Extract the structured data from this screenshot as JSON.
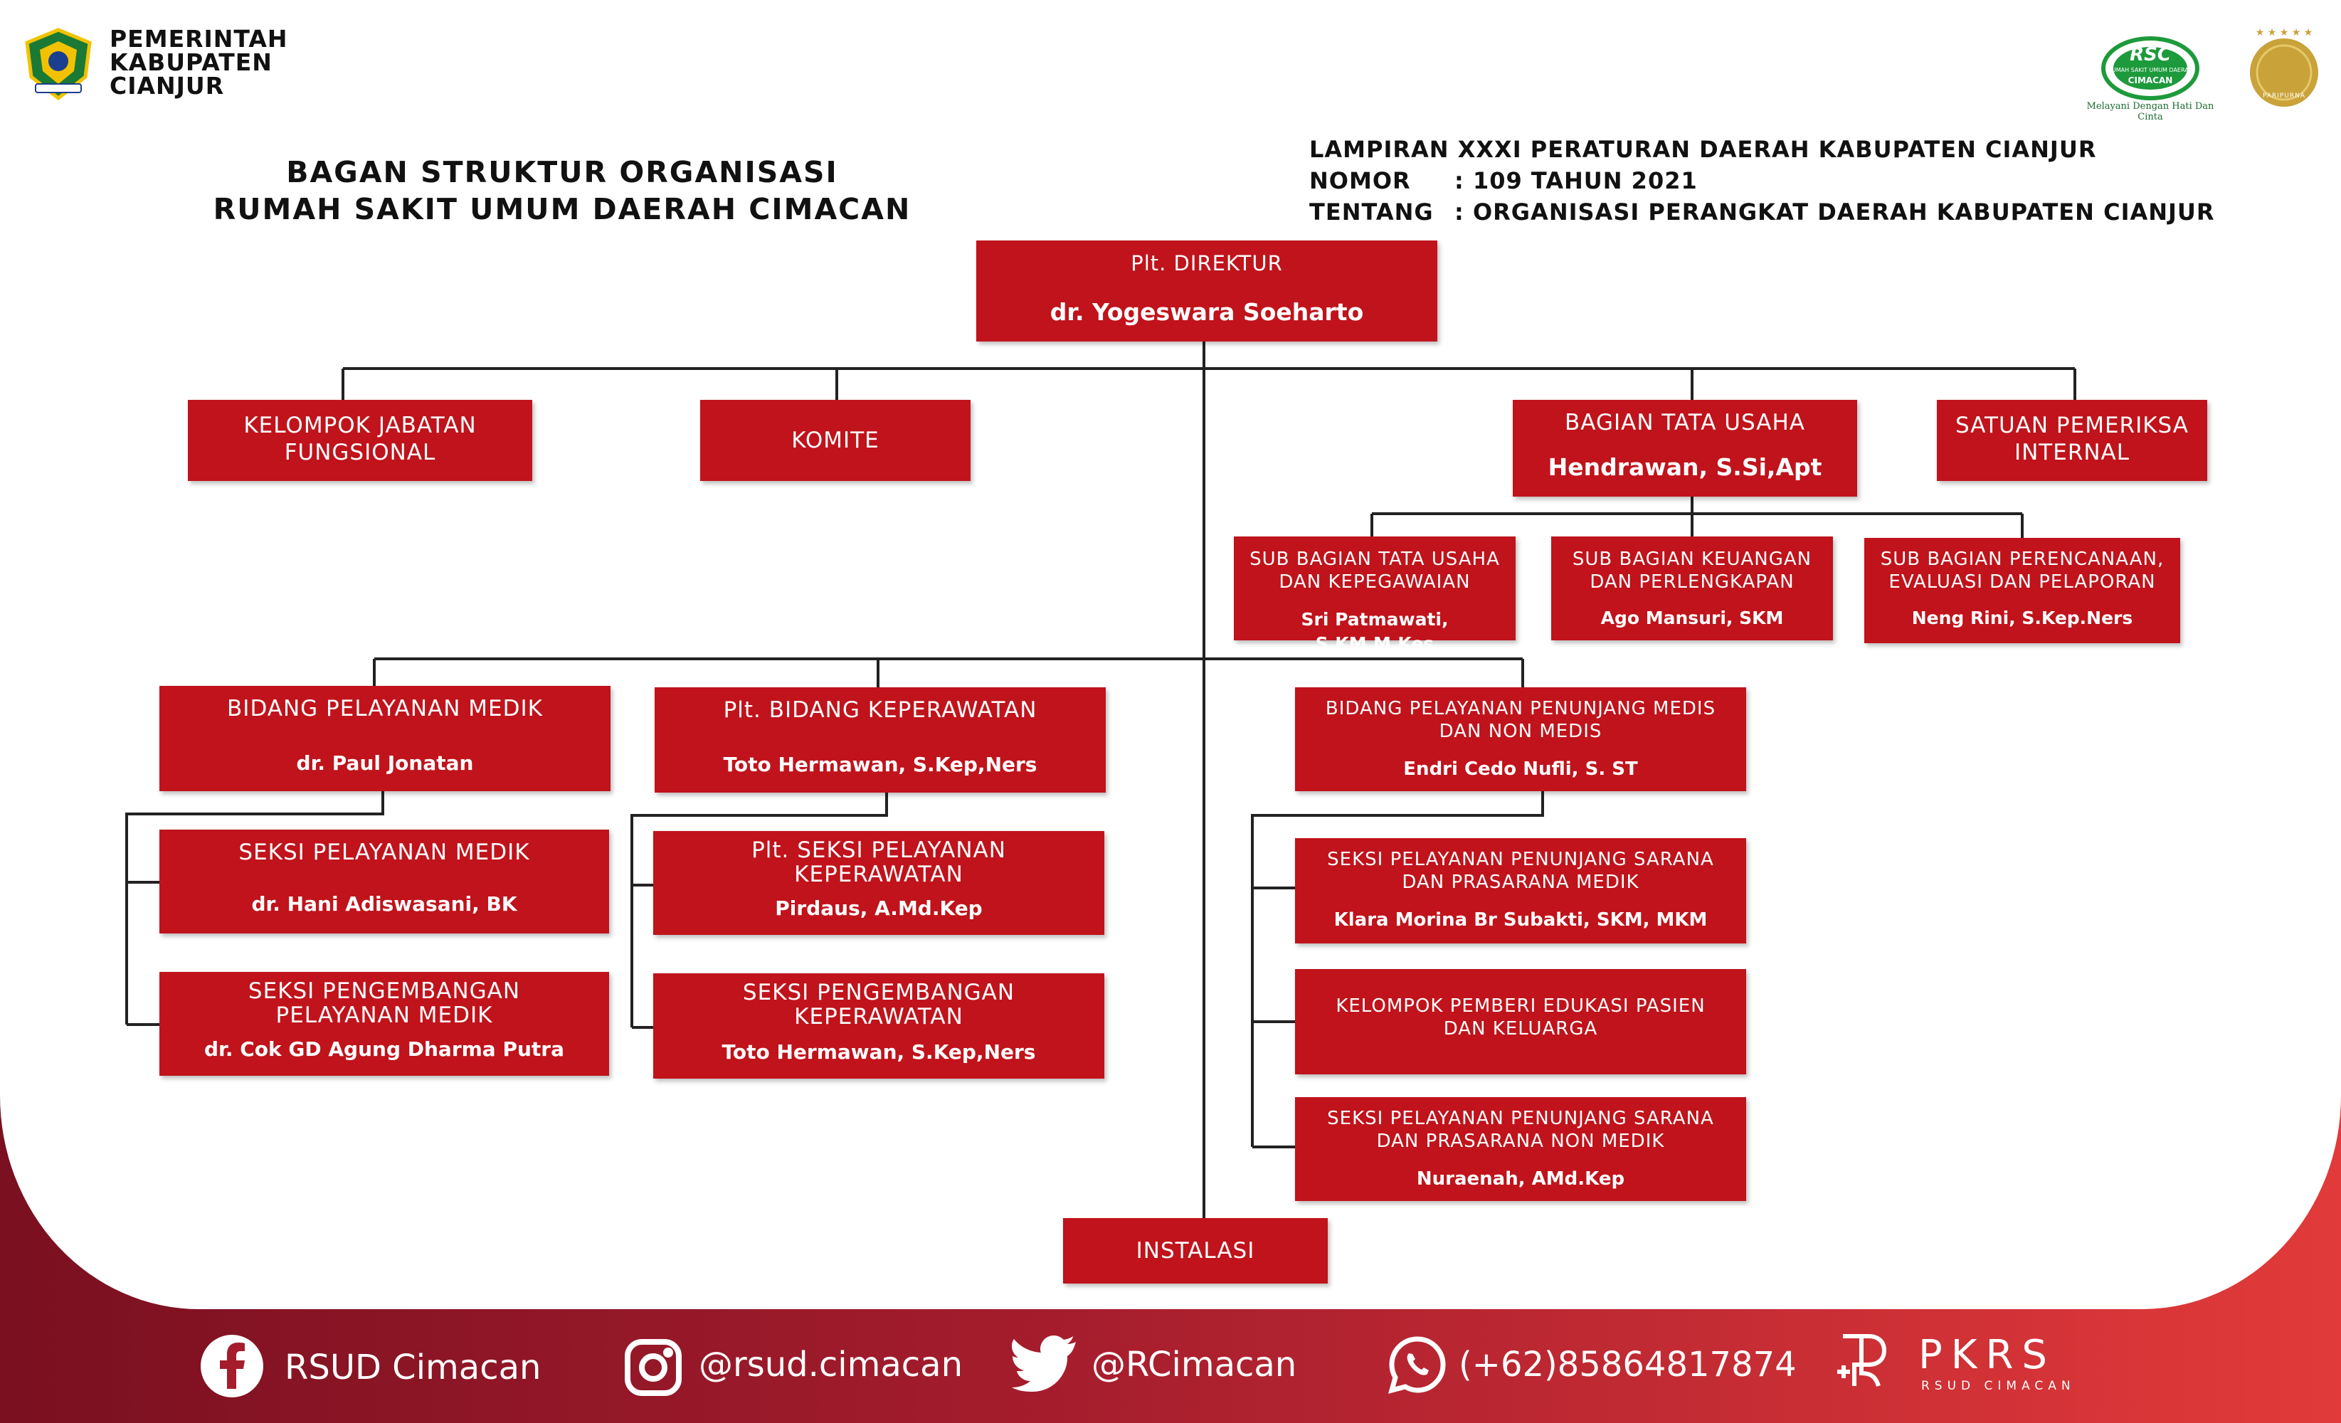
{
  "header": {
    "gov_line1": "PEMERINTAH",
    "gov_line2": "KABUPATEN",
    "gov_line3": "CIANJUR",
    "title_line1": "BAGAN STRUKTUR ORGANISASI",
    "title_line2": "RUMAH SAKIT UMUM DAERAH CIMACAN",
    "lampiran": "LAMPIRAN XXXI PERATURAN DAERAH KABUPATEN CIANJUR",
    "nomor_label": "NOMOR",
    "nomor_value": ": 109 TAHUN 2021",
    "tentang_label": "TENTANG",
    "tentang_value": ": ORGANISASI PERANGKAT DAERAH KABUPATEN CIANJUR",
    "rsc_logo_text": "RSC",
    "rsc_logo_small": "RUMAH SAKIT UMUM DAERAH",
    "rsc_logo_name": "CIMACAN",
    "rsc_tagline": "Melayani Dengan Hati Dan Cinta",
    "paripurna_text": "PARIPURNA"
  },
  "boxes": {
    "direktur": {
      "title": "Plt. DIREKTUR",
      "name": "dr. Yogeswara Soeharto"
    },
    "kjf": {
      "title1": "KELOMPOK JABATAN",
      "title2": "FUNGSIONAL"
    },
    "komite": {
      "title": "KOMITE"
    },
    "tata_usaha": {
      "title": "BAGIAN TATA USAHA",
      "name": "Hendrawan, S.Si,Apt"
    },
    "spi": {
      "title1": "SATUAN PEMERIKSA",
      "title2": "INTERNAL"
    },
    "sub_tu": {
      "title1": "SUB BAGIAN TATA USAHA",
      "title2": "DAN KEPEGAWAIAN",
      "name": "Sri Patmawati, S.KM,M.Kes"
    },
    "sub_keu": {
      "title1": "SUB BAGIAN KEUANGAN",
      "title2": "DAN PERLENGKAPAN",
      "name": "Ago Mansuri, SKM"
    },
    "sub_ren": {
      "title1": "SUB BAGIAN PERENCANAAN,",
      "title2": "EVALUASI DAN PELAPORAN",
      "name": "Neng Rini, S.Kep.Ners"
    },
    "bid_medik": {
      "title": "BIDANG PELAYANAN MEDIK",
      "name": "dr. Paul Jonatan"
    },
    "bid_kep": {
      "title": "Plt. BIDANG KEPERAWATAN",
      "name": "Toto Hermawan, S.Kep,Ners"
    },
    "bid_pen": {
      "title1": "BIDANG PELAYANAN PENUNJANG MEDIS",
      "title2": "DAN NON MEDIS",
      "name": "Endri Cedo Nufli, S. ST"
    },
    "sek_med": {
      "title": "SEKSI  PELAYANAN MEDIK",
      "name": "dr. Hani Adiswasani, BK"
    },
    "sek_pengmed": {
      "title1": "SEKSI PENGEMBANGAN",
      "title2": "PELAYANAN MEDIK",
      "name": "dr. Cok GD Agung Dharma Putra"
    },
    "sek_kep": {
      "title1": "Plt. SEKSI PELAYANAN",
      "title2": "KEPERAWATAN",
      "name": "Pirdaus, A.Md.Kep"
    },
    "sek_pengkep": {
      "title1": "SEKSI PENGEMBANGAN",
      "title2": "KEPERAWATAN",
      "name": "Toto Hermawan, S.Kep,Ners"
    },
    "sek_penmed": {
      "title1": "SEKSI PELAYANAN PENUNJANG SARANA",
      "title2": "DAN PRASARANA MEDIK",
      "name": "Klara Morina Br Subakti, SKM, MKM"
    },
    "kel_edu": {
      "title1": "KELOMPOK PEMBERI EDUKASI PASIEN",
      "title2": "DAN KELUARGA"
    },
    "sek_pennon": {
      "title1": "SEKSI PELAYANAN PENUNJANG SARANA",
      "title2": "DAN PRASARANA NON MEDIK",
      "name": "Nuraenah, AMd.Kep"
    },
    "instalasi": {
      "title": "INSTALASI"
    }
  },
  "footer": {
    "facebook": "RSUD Cimacan",
    "instagram": "@rsud.cimacan",
    "twitter": "@RCimacan",
    "whatsapp": "(+62)85864817874",
    "pkrs_title": "PKRS",
    "pkrs_sub": "RSUD CIMACAN"
  },
  "colors": {
    "box": "#c0131b",
    "line": "#222222",
    "footer_left": "#7a1020",
    "footer_right": "#e23a3a"
  }
}
